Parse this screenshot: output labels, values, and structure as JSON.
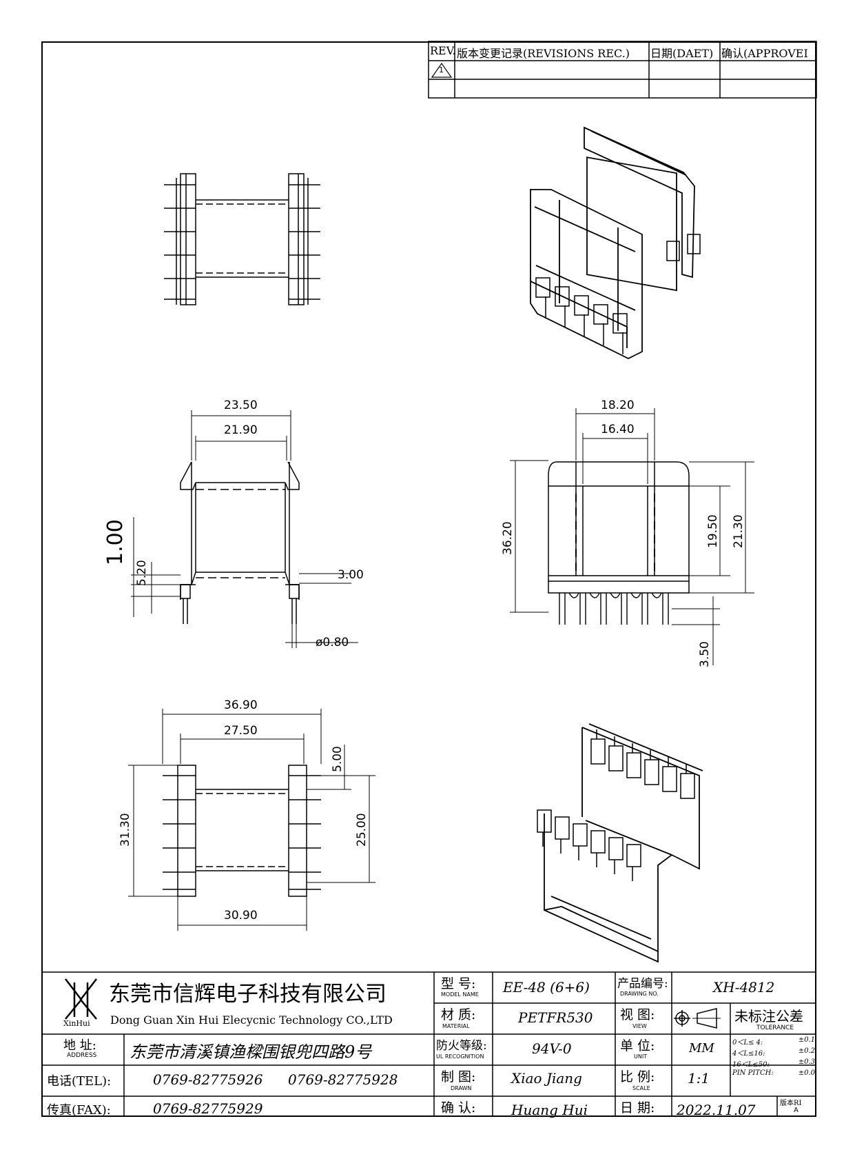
{
  "revision_table": {
    "col_rev": "REV.",
    "col_record": "版本变更记录(REVISIONS REC.)",
    "col_date": "日期(DAET)",
    "col_approve": "确认(APPROVEI",
    "rev_mark": "1"
  },
  "dimensions": {
    "side_view": {
      "overall_width": "23.50",
      "inner_width": "21.90",
      "flange_thickness": "1.00",
      "pin_standoff": "5.20",
      "pin_offset": "3.00",
      "pin_diameter": "ø0.80"
    },
    "front_view": {
      "outer_width": "18.20",
      "inner_width": "16.40",
      "overall_height": "36.20",
      "window_height": "19.50",
      "wall_height": "21.30",
      "pin_length": "3.50"
    },
    "bottom_view": {
      "overall_length": "36.90",
      "inner_length": "27.50",
      "flange_depth": "5.00",
      "overall_width": "31.30",
      "pin_row_spacing": "25.00",
      "pin_span": "30.90"
    }
  },
  "title_block": {
    "company_cn": "东莞市信辉电子科技有限公司",
    "company_en": "Dong Guan Xin Hui Elecycnic Technology CO.,LTD",
    "logo_text": "XinHui",
    "address_label_cn": "地  址:",
    "address_label_en": "ADDRESS",
    "address_value": "东莞市清溪镇渔樑围银兜四路9号",
    "tel_label": "电话(TEL):",
    "tel_1": "0769-82775926",
    "tel_2": "0769-82775928",
    "fax_label": "传真(FAX):",
    "fax_value": "0769-82775929",
    "model_label_cn": "型  号:",
    "model_label_en": "MODEL NAME",
    "model_value": "EE-48 (6+6)",
    "material_label_cn": "材  质:",
    "material_label_en": "MATERIAL",
    "material_value": "PETFR530",
    "flame_label_cn": "防火等级:",
    "flame_label_en": "UL RECOGNITION",
    "flame_value": "94V-0",
    "drawn_label_cn": "制  图:",
    "drawn_label_en": "DRAWN",
    "drawn_value": "Xiao Jiang",
    "confirm_label_cn": "确  认:",
    "confirm_value": "Huang Hui",
    "drawing_no_label_cn": "产品编号:",
    "drawing_no_label_en": "DRAWING NO.",
    "drawing_no_value": "XH-4812",
    "view_label_cn": "视  图:",
    "view_label_en": "VIEW",
    "unit_label_cn": "单  位:",
    "unit_label_en": "UNIT",
    "unit_value": "MM",
    "scale_label_cn": "比  例:",
    "scale_label_en": "SCALE",
    "scale_value": "1:1",
    "date_label_cn": "日  期:",
    "date_value": "2022.11.07",
    "version_label": "版本RI",
    "version_value": "A",
    "tolerance_title_cn": "未标注公差",
    "tolerance_title_en": "TOLERANCE",
    "tolerance_rows": [
      {
        "range": "0＜L≤ 4:",
        "value": "±0.1"
      },
      {
        "range": "4＜L≤16:",
        "value": "±0.2"
      },
      {
        "range": "16＜L≤50:",
        "value": "±0.3"
      },
      {
        "range": "PIN PITCH:",
        "value": "±0.0"
      }
    ]
  }
}
